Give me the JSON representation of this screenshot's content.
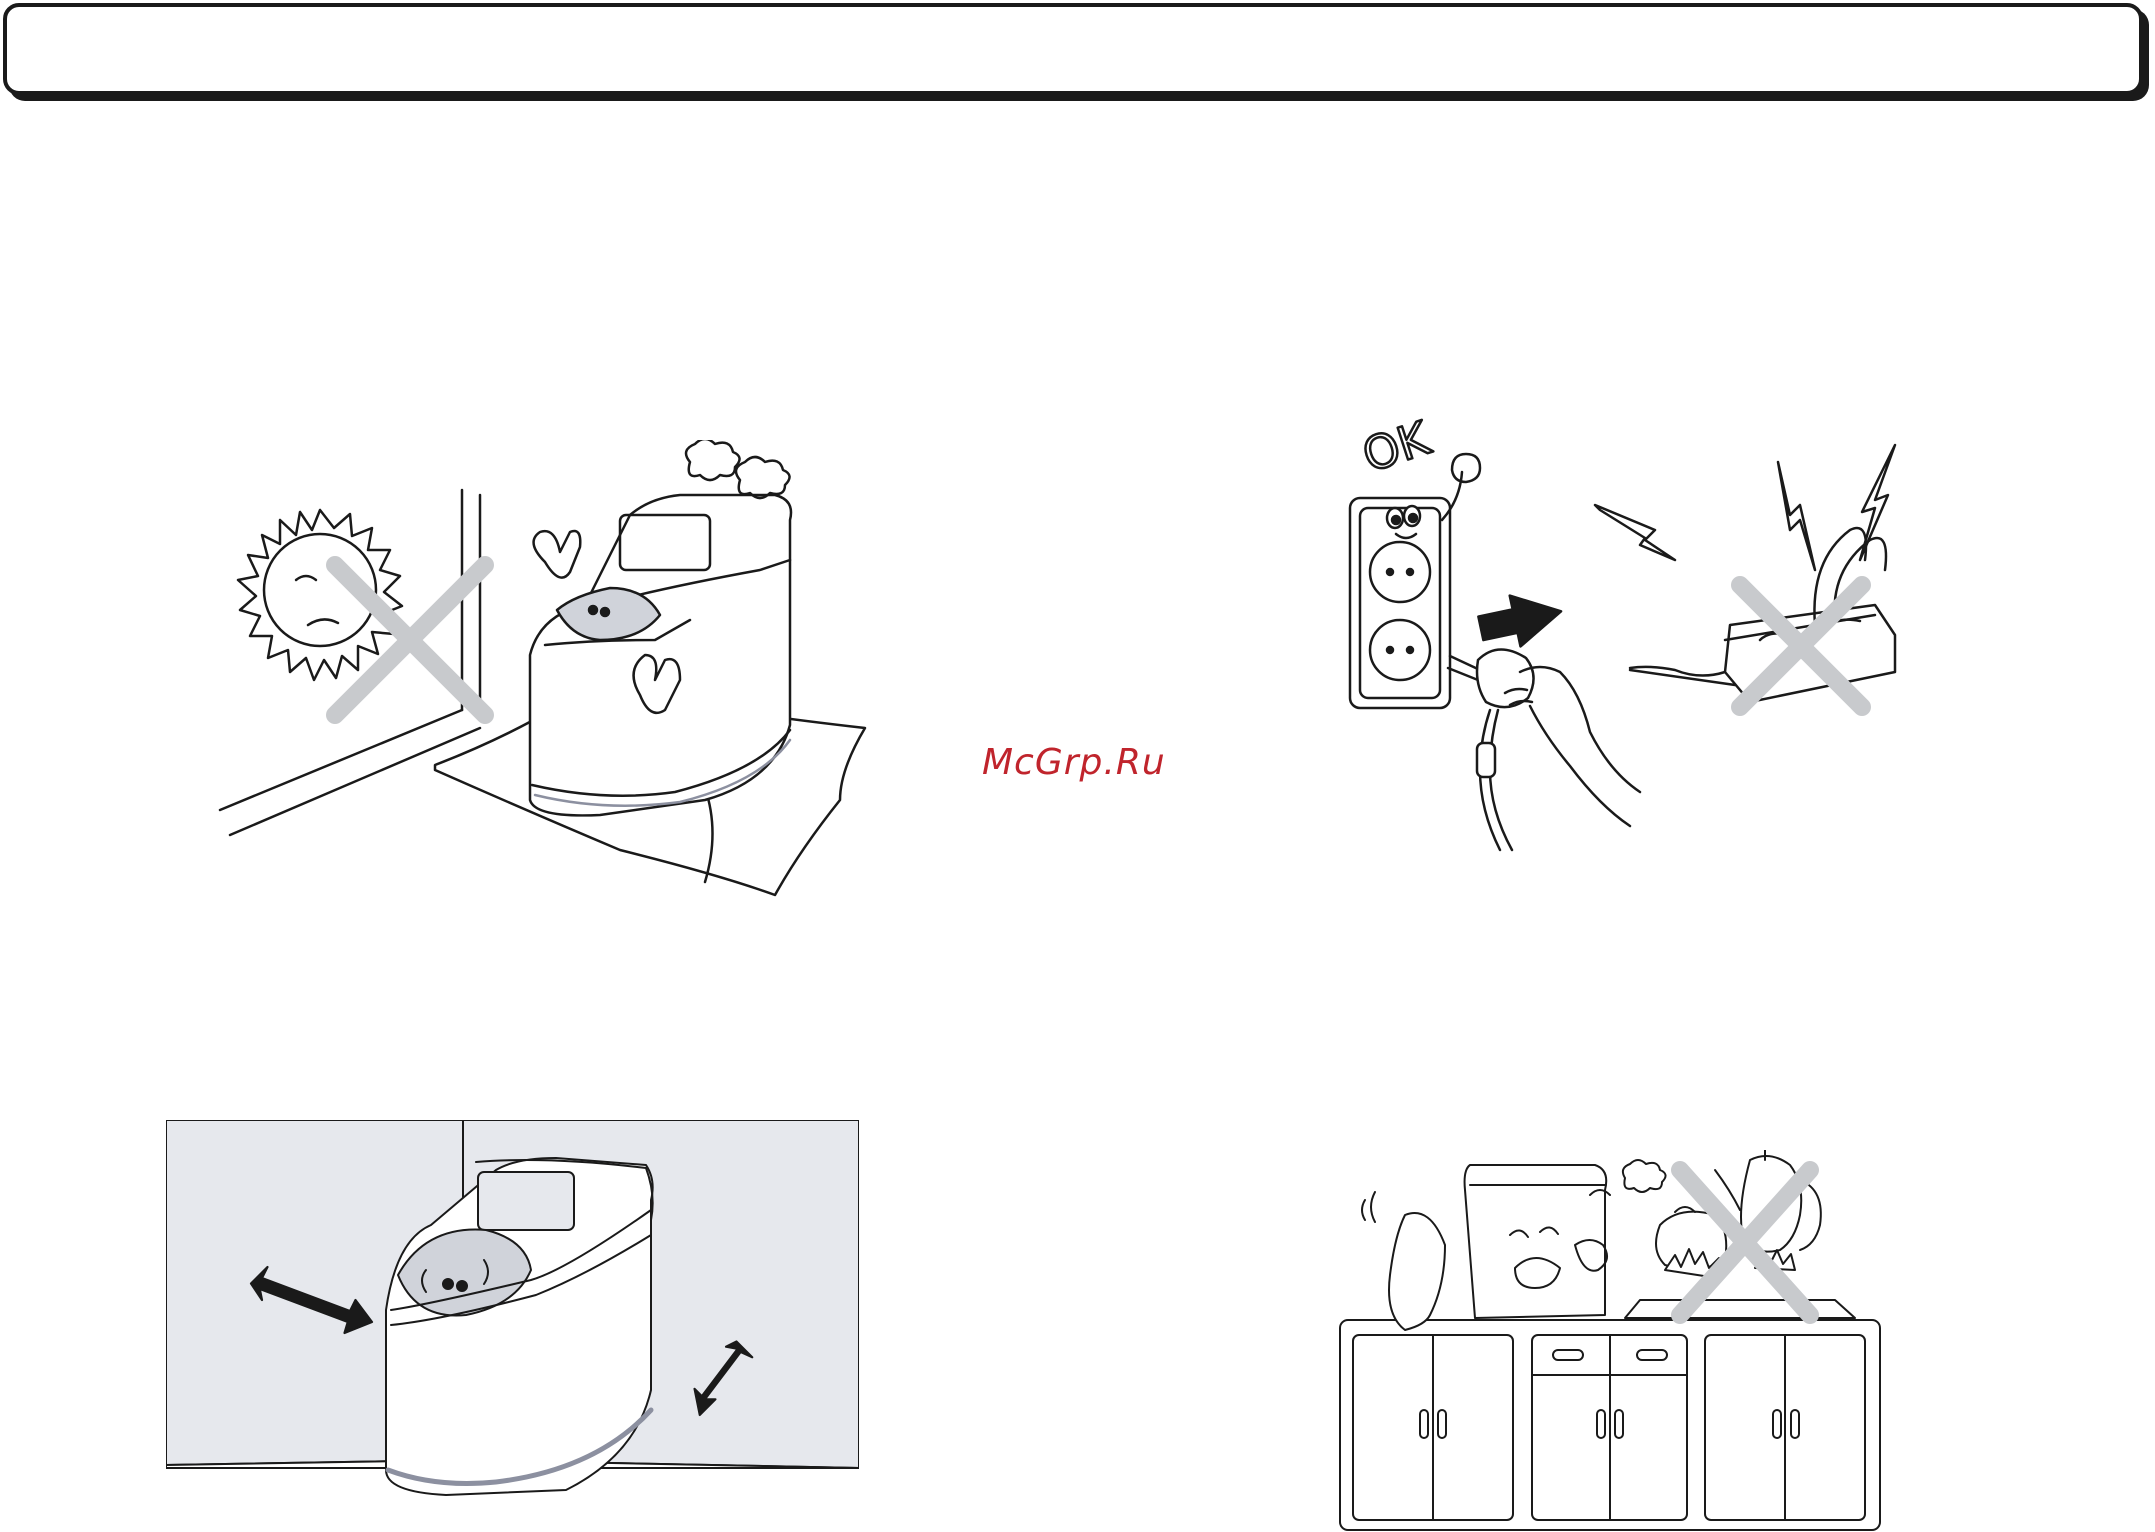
{
  "header": {
    "title": ""
  },
  "watermark": {
    "text": "McGrp.Ru",
    "color": "#c0242c"
  },
  "illustrations": [
    {
      "id": "sun-heat",
      "icons": [
        "sun-icon",
        "ice-maker-icon",
        "pillow-icon",
        "prohibited-x-icon"
      ]
    },
    {
      "id": "socket-ok",
      "text": "OK",
      "icons": [
        "wall-socket-icon",
        "plug-icon",
        "hand-icon",
        "power-strip-icon",
        "lightning-icon",
        "prohibited-x-icon"
      ]
    },
    {
      "id": "wall-clearance",
      "icons": [
        "ice-maker-icon",
        "double-arrow-icon"
      ]
    },
    {
      "id": "heat-source",
      "icons": [
        "ice-maker-icon",
        "kettle-icon",
        "gas-stove-flame-icon",
        "kitchen-cabinet-icon",
        "prohibited-x-icon"
      ]
    }
  ],
  "colors": {
    "line": "#1a1a1a",
    "prohibit": "#c8cacd",
    "wall": "#e6e8ed",
    "lid": "#d0d3da"
  }
}
